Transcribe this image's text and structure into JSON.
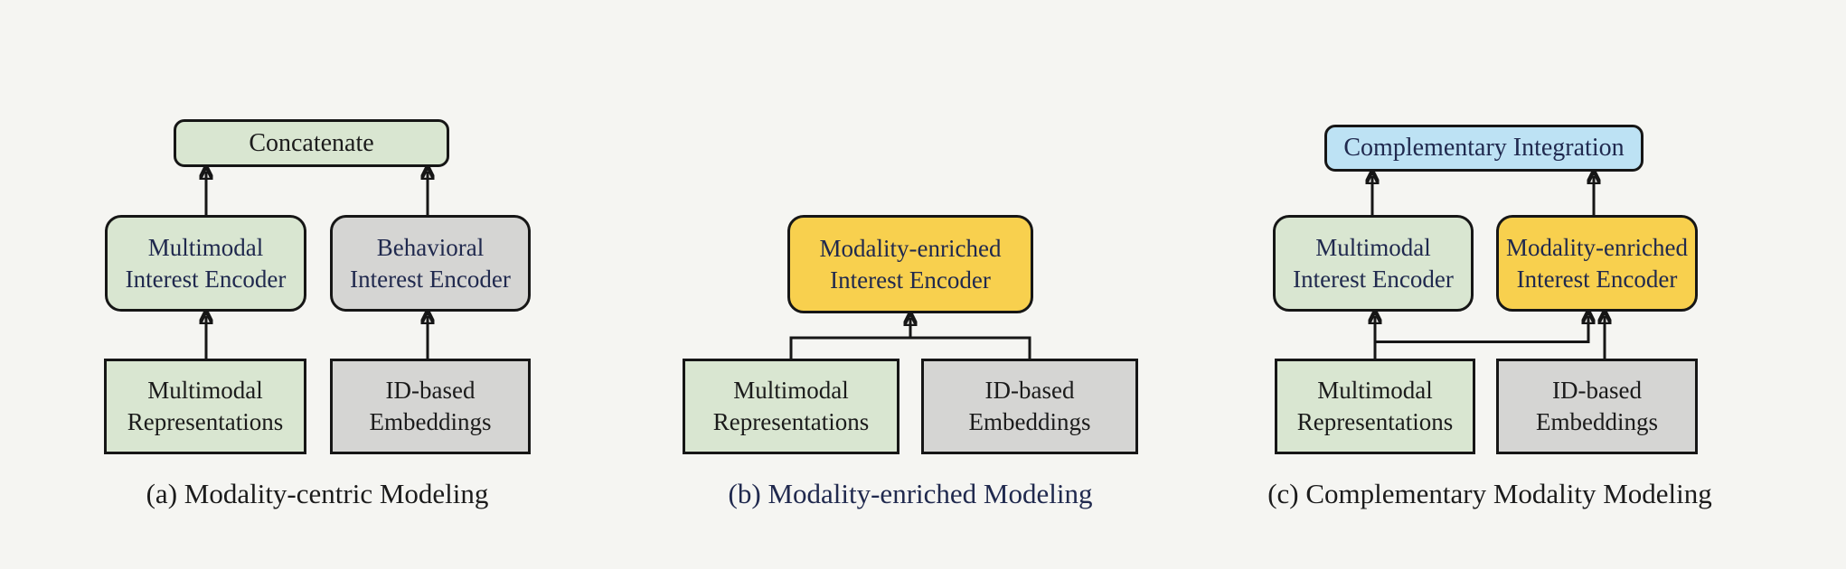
{
  "figure": {
    "background": "#f5f5f2",
    "colors": {
      "green_fill": "#d9e6d1",
      "gray_fill": "#d5d5d3",
      "yellow_fill": "#f8d04e",
      "blue_fill": "#bde2f4",
      "navy_text": "#20294e",
      "black_text": "#1b1b1b",
      "border": "#161616"
    },
    "panels": [
      {
        "id": "a",
        "caption": "(a) Modality-centric Modeling",
        "nodes": {
          "top": {
            "label": "Concatenate"
          },
          "left_encoder": {
            "label": "Multimodal\nInterest Encoder"
          },
          "right_encoder": {
            "label": "Behavioral\nInterest Encoder"
          },
          "left_input": {
            "label": "Multimodal\nRepresentations"
          },
          "right_input": {
            "label": "ID-based\nEmbeddings"
          }
        },
        "edges": [
          "Multimodal Representations -> Multimodal Interest Encoder",
          "ID-based Embeddings -> Behavioral Interest Encoder",
          "Multimodal Interest Encoder -> Concatenate",
          "Behavioral Interest Encoder -> Concatenate"
        ]
      },
      {
        "id": "b",
        "caption": "(b) Modality-enriched Modeling",
        "nodes": {
          "encoder": {
            "label": "Modality-enriched\nInterest Encoder"
          },
          "left_input": {
            "label": "Multimodal\nRepresentations"
          },
          "right_input": {
            "label": "ID-based\nEmbeddings"
          }
        },
        "edges": [
          "Multimodal Representations -> Modality-enriched Interest Encoder",
          "ID-based Embeddings -> Modality-enriched Interest Encoder"
        ]
      },
      {
        "id": "c",
        "caption": "(c) Complementary Modality Modeling",
        "nodes": {
          "top": {
            "label": "Complementary Integration"
          },
          "left_encoder": {
            "label": "Multimodal\nInterest Encoder"
          },
          "right_encoder": {
            "label": "Modality-enriched\nInterest Encoder"
          },
          "left_input": {
            "label": "Multimodal\nRepresentations"
          },
          "right_input": {
            "label": "ID-based\nEmbeddings"
          }
        },
        "edges": [
          "Multimodal Representations -> Multimodal Interest Encoder",
          "Multimodal Representations -> Modality-enriched Interest Encoder",
          "ID-based Embeddings -> Modality-enriched Interest Encoder",
          "Multimodal Interest Encoder -> Complementary Integration",
          "Modality-enriched Interest Encoder -> Complementary Integration"
        ]
      }
    ]
  }
}
